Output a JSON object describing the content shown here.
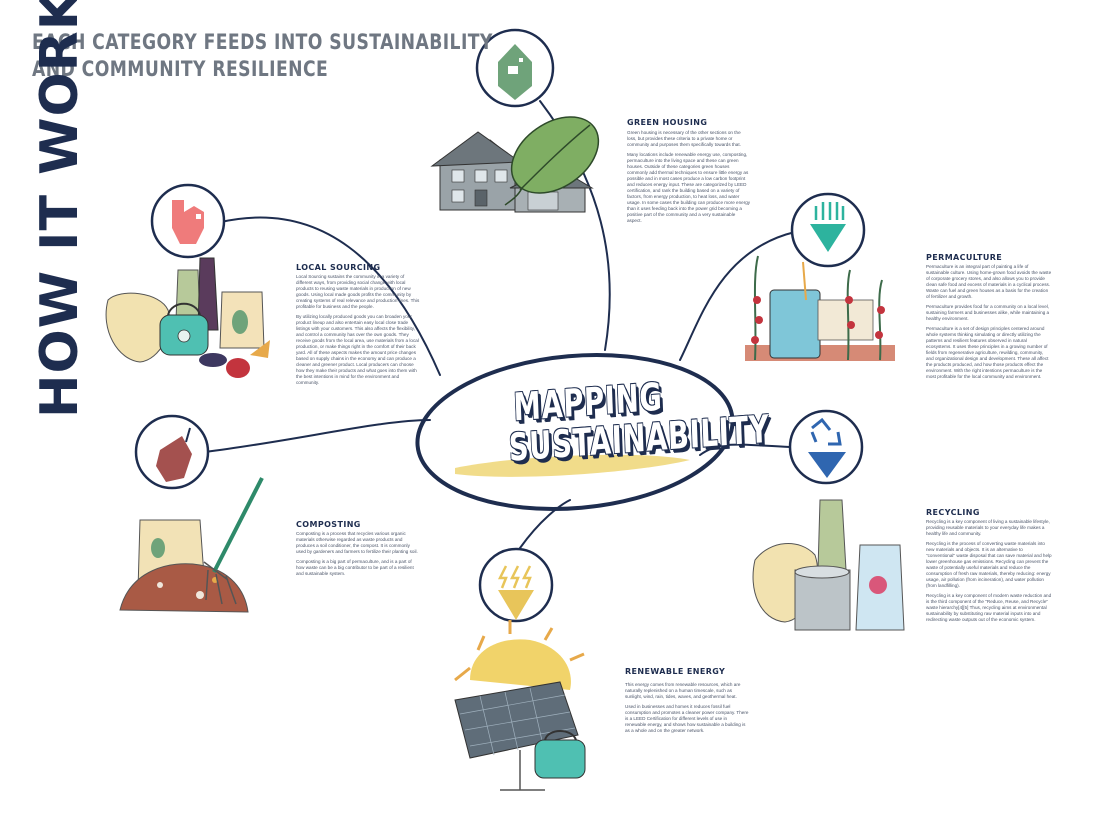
{
  "header": {
    "line1": "EACH CATEGORY FEEDS INTO SUSTAINABILITY",
    "line2": "AND COMMUNITY RESILIENCE"
  },
  "side_title": "HOW IT WORKS:",
  "center": {
    "line1": "MAPPING",
    "line2": "SUSTAINABILITY"
  },
  "colors": {
    "navy": "#1e2d4f",
    "green_housing": "#6fa37a",
    "local_sourcing": "#ef7b7b",
    "composting": "#a4514f",
    "permaculture": "#2db39e",
    "recycling": "#2f66b0",
    "renewable": "#e8c55a"
  },
  "sections": {
    "green_housing": {
      "title": "GREEN HOUSING",
      "paragraphs": [
        "Green housing is necessary of the other sections on the loss, but provides these criteria to a private home or community and purposes them specifically towards that.",
        "Many locations include renewable energy use, composting, permaculture into the living space and these can green houses. Outside of these categories green houses commonly add thermal techniques to ensure little energy as possible and in most cases produce a low carbon footprint and reduces energy input. These are categorized by LEED certification, and rank the building based on a variety of factors, from energy production, to heat loss, and water usage. In some cases the building can produce more energy than it uses feeding back into the power grid becoming a positive part of the community and a very sustainable aspect."
      ]
    },
    "local_sourcing": {
      "title": "LOCAL SOURCING",
      "paragraphs": [
        "Local Sourcing sustains the community in a variety of different ways, from providing social change with local products to reusing waste materials in production of new goods. Using local made goods profits the community by creating systems of real relevance and production lines. This profitable for business and the people.",
        "By utilizing locally produced goods you can broaden your product lineup and also entertain easy local close trade listings with your customers. This also affects the flexibility, and control a community has over the own goods. They receive goods from the local area, use materials from a local production, or make things right in the comfort of their back yard. All of these aspects makes the amount price changes based on supply chains in the economy and can produce a cleaner and greener product. Local producers can choose how they make their products and what goes into them with the best intentions in mind for the environment and community."
      ]
    },
    "composting": {
      "title": "COMPOSTING",
      "paragraphs": [
        "Composting is a process that recycles various organic materials otherwise regarded as waste products and produces a soil conditioner, the compost. It is commonly used by gardeners and farmers to fertilize their planting soil.",
        "Composting is a big part of permaculture, and is a part of how waste can be a big contributor to be part of a resilient and sustainable system."
      ]
    },
    "permaculture": {
      "title": "PERMACULTURE",
      "paragraphs": [
        "Permaculture is an integral part of painting a life of sustainable culture. Using home-grown food avoids the waste of corporate grocery stores, and also allows you to provide clean safe food and excess of materials in a cyclical process. Waste can fuel and green houses as a basis for the creation of fertilizer and growth.",
        "Permaculture provides food for a community on a local level, sustaining farmers and businesses alike, while maintaining a healthy environment.",
        "Permaculture is a set of design principles centered around whole systems thinking simulating or directly utilizing the patterns and resilient features observed in natural ecosystems. It uses these principles in a growing number of fields from regenerative agriculture, rewilding, community, and organizational design and development. These all affect the products produced, and how those products effect the environment. With the right intentions permaculture is the most profitable for the local community and environment."
      ]
    },
    "recycling": {
      "title": "RECYCLING",
      "paragraphs": [
        "Recycling is a key component of living a sustainable lifestyle, providing reusable materials to your everyday life makes a healthy life and community.",
        "Recycling is the process of converting waste materials into new materials and objects. It is an alternative to \"conventional\" waste disposal that can save material and help lower greenhouse gas emissions. Recycling can prevent the waste of potentially useful materials and reduce the consumption of fresh raw materials, thereby reducing: energy usage, air pollution (from incineration), and water pollution (from landfilling).",
        "Recycling is a key component of modern waste reduction and is the third component of the \"Reduce, Reuse, and Recycle\" waste hierarchy[4][5] Thus, recycling aims at environmental sustainability by substituting raw material inputs into and redirecting waste outputs out of the economic system."
      ]
    },
    "renewable_energy": {
      "title": "RENEWABLE ENERGY",
      "paragraphs": [
        "This energy comes from renewable resources, which are naturally replenished on a human timescale, such as sunlight, wind, rain, tides, waves, and geothermal heat.",
        "Used in businesses and homes it reduces fossil fuel consumption and promotes a cleaner power company. There is a LEED Certification for different levels of use in renewable energy, and shows how sustainable a building is as a whole and on the greater network."
      ]
    }
  }
}
